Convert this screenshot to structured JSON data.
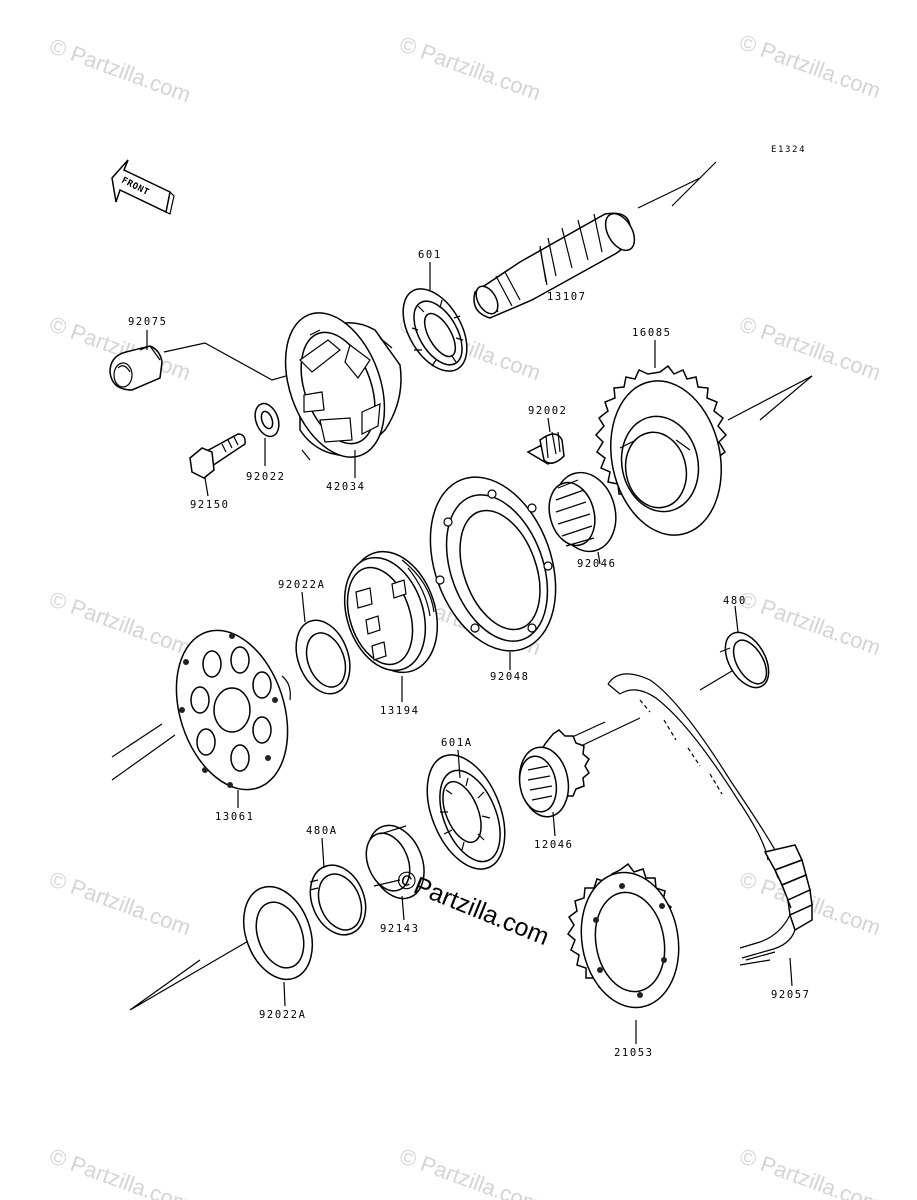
{
  "diagram_code": "E1324",
  "front_arrow_label": "FRONT",
  "watermark_text": "© Partzilla.com",
  "center_watermark_text": "©Partzilla.com",
  "parts": {
    "p601": "601",
    "p13107": "13107",
    "p92075": "92075",
    "p16085": "16085",
    "p92002": "92002",
    "p42034": "42034",
    "p92022": "92022",
    "p92150": "92150",
    "p92046": "92046",
    "p92022A_top": "92022A",
    "p480": "480",
    "p92048": "92048",
    "p13194": "13194",
    "p601A": "601A",
    "p13061": "13061",
    "p12046": "12046",
    "p480A": "480A",
    "p92143": "92143",
    "p92022A_bottom": "92022A",
    "p92057": "92057",
    "p21053": "21053"
  },
  "colors": {
    "ink": "#000000",
    "watermark": "#d4d4d4",
    "background": "#ffffff"
  }
}
